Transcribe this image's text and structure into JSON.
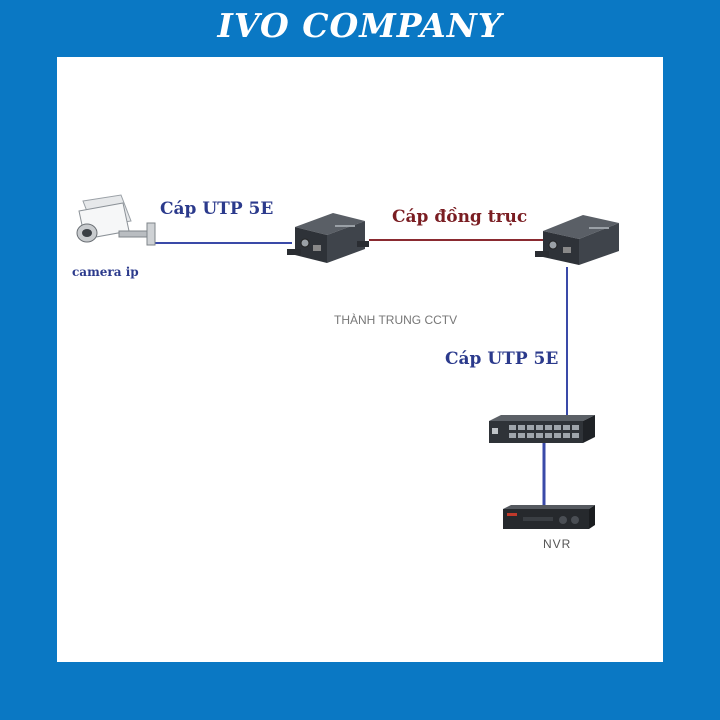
{
  "header": {
    "brand": "IVO COMPANY"
  },
  "diagram": {
    "camera_label": "camera ip",
    "cable_utp_top": "Cáp UTP 5E",
    "cable_coax": "Cáp đồng trục",
    "cable_utp_right": "Cáp UTP 5E",
    "watermark": "THÀNH TRUNG CCTV",
    "nvr_label": "NVR"
  },
  "colors": {
    "background": "#0a78c4",
    "utp_line": "#3a4aa8",
    "coax_line": "#8a2a30",
    "label_blue": "#2b3a8c",
    "label_red": "#7a1d22"
  },
  "icons": [
    "ip-camera-icon",
    "transmitter-icon",
    "receiver-icon",
    "network-switch-icon",
    "nvr-icon"
  ]
}
